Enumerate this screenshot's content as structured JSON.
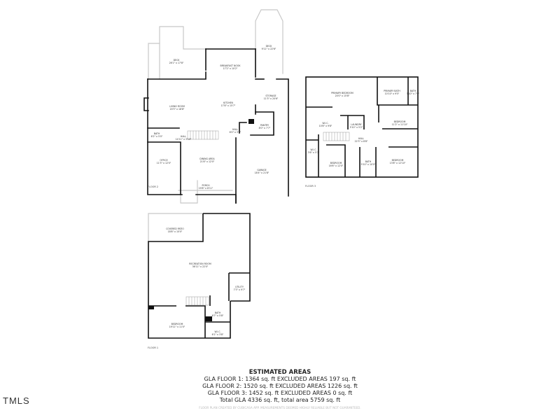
{
  "floors": [
    {
      "name": "FLOOR 2",
      "rooms": [
        {
          "name": "DECK",
          "dims": "26'1\" x 17'8\""
        },
        {
          "name": "DECK",
          "dims": "9'11\" x 22'6\""
        },
        {
          "name": "BREAKFAST NOOK",
          "dims": "17'2\" x 10'2\""
        },
        {
          "name": "LIVING ROOM",
          "dims": "20'3\" x 18'8\""
        },
        {
          "name": "KITCHEN",
          "dims": "17'8\" x 15'7\""
        },
        {
          "name": "STORAGE",
          "dims": "11'3\" x 20'6\""
        },
        {
          "name": "PANTRY",
          "dims": "8'0\" x 7'7\""
        },
        {
          "name": "BATH",
          "dims": "6'2\" x 5'0\""
        },
        {
          "name": "HALL",
          "dims": "14'11\" x 3'10\""
        },
        {
          "name": "HALL",
          "dims": "6'0\" x 3'6\""
        },
        {
          "name": "OFFICE",
          "dims": "11'3\" x 12'0\""
        },
        {
          "name": "DINING AREA",
          "dims": "21'8\" x 12'0\""
        },
        {
          "name": "GARAGE",
          "dims": "18'4\" x 21'8\""
        },
        {
          "name": "PORCH",
          "dims": "19'8\" x 8'11\""
        }
      ]
    },
    {
      "name": "FLOOR 3",
      "rooms": [
        {
          "name": "PRIMARY BEDROOM",
          "dims": "20'0\" x 15'8\""
        },
        {
          "name": "PRIMARY BATH",
          "dims": "10'10\" x 9'5\""
        },
        {
          "name": "BATH",
          "dims": "3'10\" x 7'0\""
        },
        {
          "name": "W.I.C.",
          "dims": "10'8\" x 9'8\""
        },
        {
          "name": "LAUNDRY",
          "dims": "5'10\" x 5'2\""
        },
        {
          "name": "BEDROOM",
          "dims": "11'2\" x 11'10\""
        },
        {
          "name": "HALL",
          "dims": "22'3\" x 8'8\""
        },
        {
          "name": "W.I.C.",
          "dims": "3'6\" x 5'7\""
        },
        {
          "name": "BEDROOM",
          "dims": "16'6\" x 12'0\""
        },
        {
          "name": "BATH",
          "dims": "5'10\" x 10'0\""
        },
        {
          "name": "BEDROOM",
          "dims": "13'8\" x 12'10\""
        }
      ]
    },
    {
      "name": "FLOOR 1",
      "rooms": [
        {
          "name": "COVERED PATIO",
          "dims": "18'8\" x 10'0\""
        },
        {
          "name": "RECREATION ROOM",
          "dims": "36'11\" x 22'0\""
        },
        {
          "name": "UTILITY",
          "dims": "7'3\" x 9'7\""
        },
        {
          "name": "BATH",
          "dims": "6'7\" x 5'8\""
        },
        {
          "name": "BEDROOM",
          "dims": "19'11\" x 11'0\""
        },
        {
          "name": "W.I.C.",
          "dims": "6'1\" x 3'8\""
        }
      ]
    }
  ],
  "summary": {
    "title": "ESTIMATED AREAS",
    "lines": [
      "GLA FLOOR 1: 1364 sq. ft EXCLUDED AREAS 197 sq. ft",
      "GLA FLOOR 2: 1520 sq. ft EXCLUDED AREAS 1226 sq. ft",
      "GLA FLOOR 3: 1452 sq. ft EXCLUDED AREAS 0 sq. ft",
      "Total GLA 4336 sq. ft, total area 5759 sq. ft"
    ],
    "disclaimer": "FLOOR PLAN CREATED BY CUBICASA APP. MEASUREMENTS DEEMED HIGHLY RELIABLE BUT NOT GUARANTEED."
  },
  "logo": "TMLS"
}
